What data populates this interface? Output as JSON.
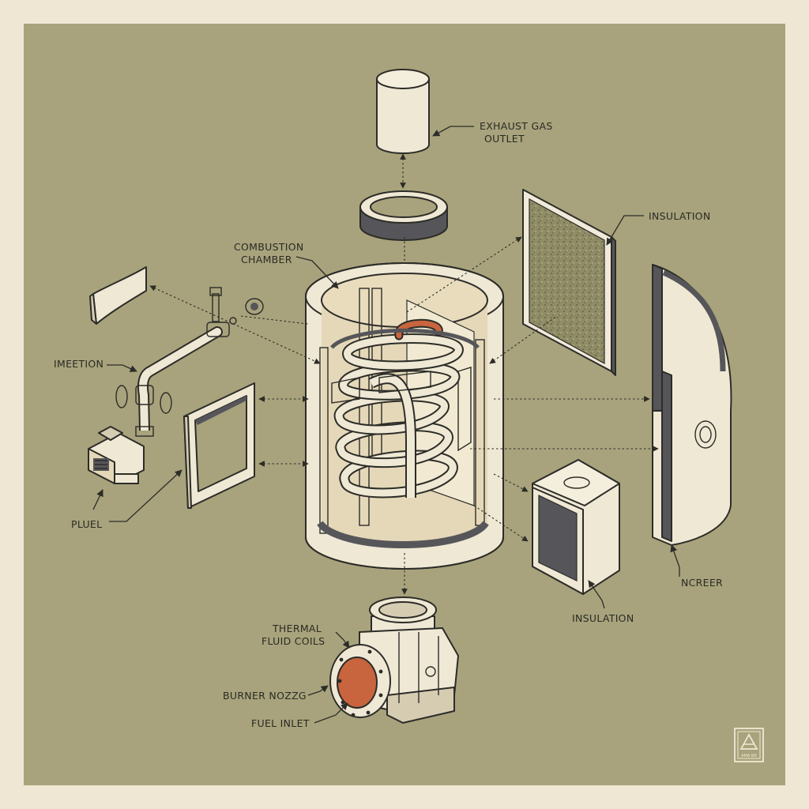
{
  "colors": {
    "page": "#efe7d4",
    "panel": "#a8a37c",
    "cream": "#efe8d4",
    "shade": "#d6ccb2",
    "dark_gray": "#56565a",
    "rust": "#c8643e",
    "ink": "#2c2c28"
  },
  "labels": {
    "exhaust_line1": "EXHAUST GAS",
    "exhaust_line2": "OUTLET",
    "insulation_top": "INSULATION",
    "combustion_line1": "COMBUSTION",
    "combustion_line2": "CHAMBER",
    "imeetion": "IMEETION",
    "pluel": "PLUEL",
    "ncreer": "NCREER",
    "insulation_bottom": "INSULATION",
    "thermal_line1": "THERMAL",
    "thermal_line2": "FLUID COILS",
    "burner_nozzle": "BURNER NOZZG",
    "fuel_inlet": "FUEL INLET",
    "corner_stamp": "AMA BA"
  },
  "icons": {
    "corner_stamp": "mountain-emblem-icon"
  }
}
